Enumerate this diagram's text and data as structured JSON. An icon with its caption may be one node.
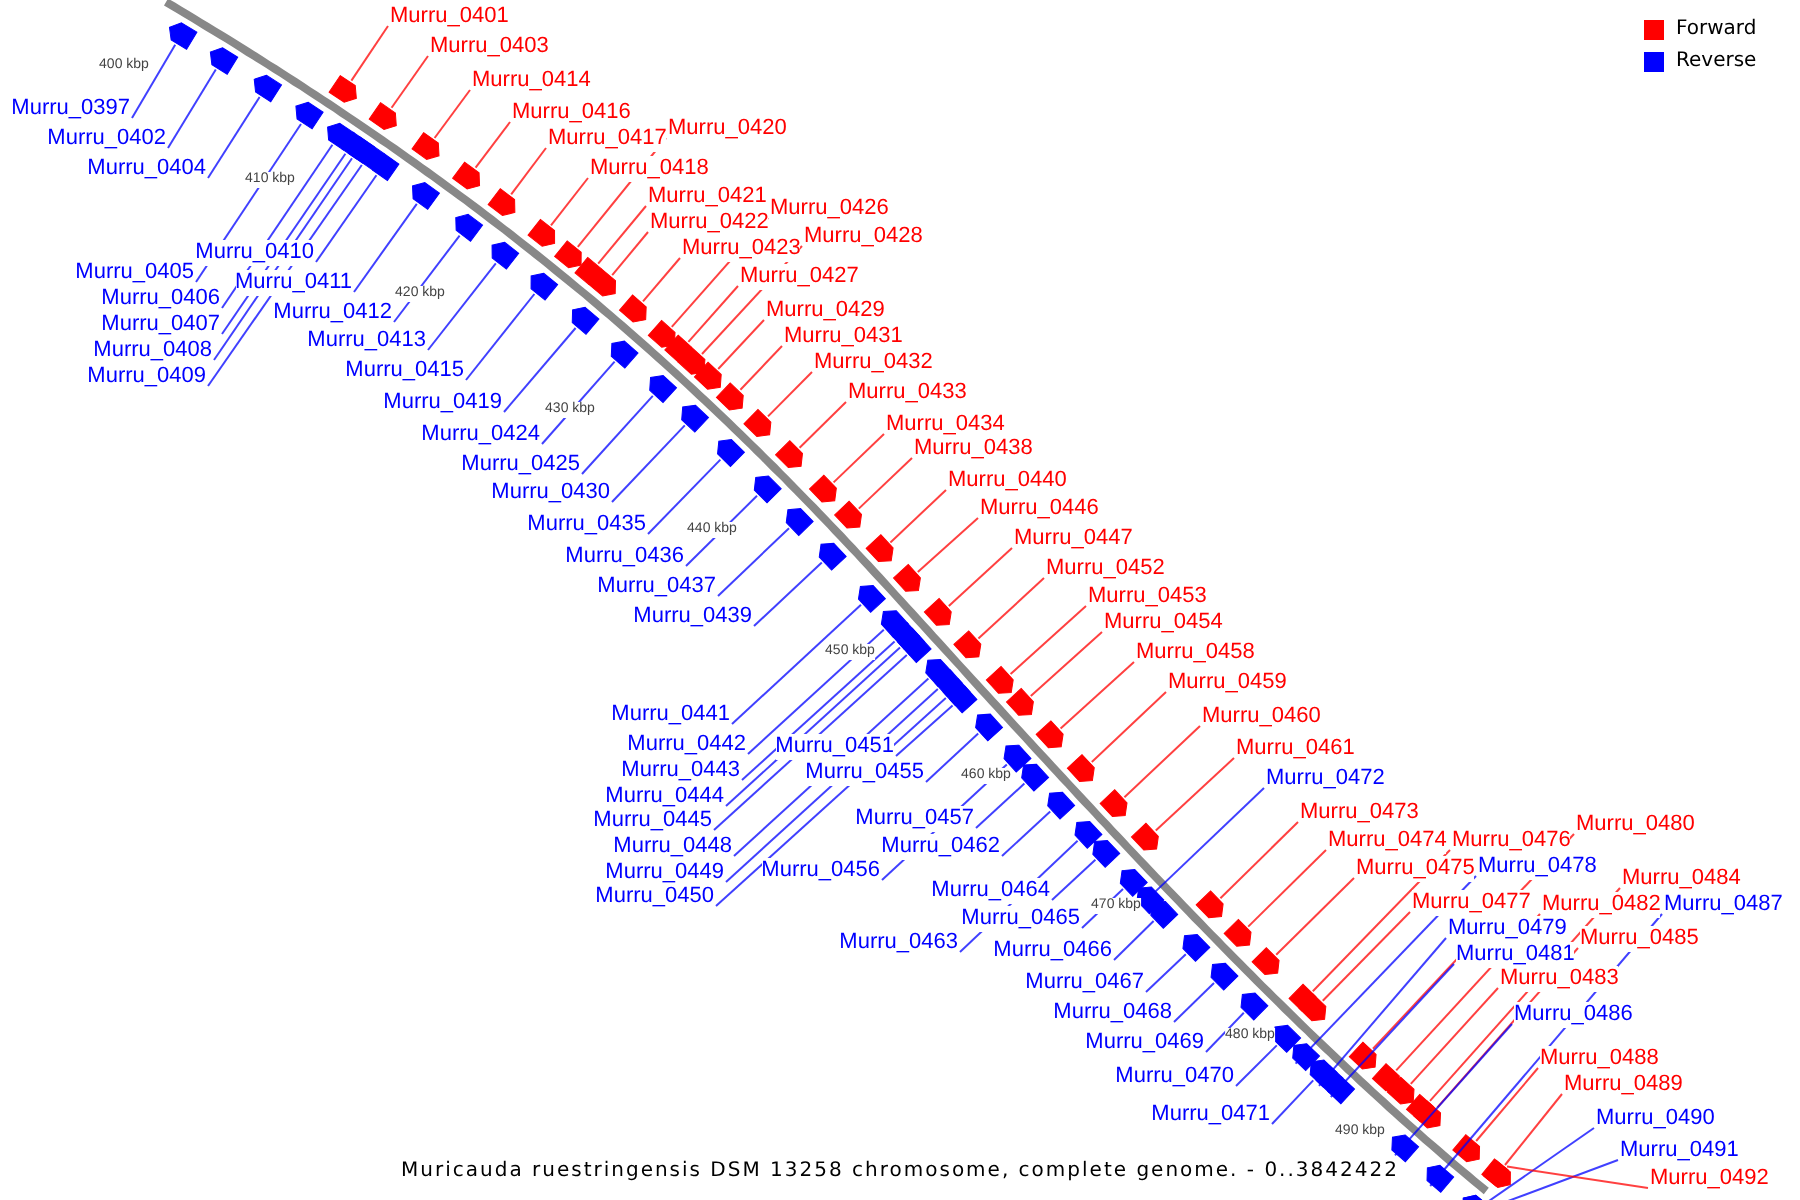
{
  "diagram": {
    "caption": "Muricauda ruestringensis DSM 13258 chromosome, complete genome. - 0..3842422",
    "nodes": [
      {
        "text": [
          "Murru_0397"
        ]
      },
      {
        "text": [
          "Murru_0401"
        ]
      },
      {
        "text": [
          "Murru_0402"
        ]
      },
      {
        "text": [
          "Murru_0403"
        ]
      },
      {
        "text": [
          "Murru_0404"
        ]
      },
      {
        "text": [
          "Murru_0405"
        ]
      },
      {
        "text": [
          "Murru_0406"
        ]
      },
      {
        "text": [
          "Murru_0407"
        ]
      },
      {
        "text": [
          "Murru_0408"
        ]
      },
      {
        "text": [
          "Murru_0409"
        ]
      },
      {
        "text": [
          "Murru_0410"
        ]
      },
      {
        "text": [
          "Murru_0411"
        ]
      },
      {
        "text": [
          "Murru_0412"
        ]
      },
      {
        "text": [
          "Murru_0413"
        ]
      },
      {
        "text": [
          "Murru_0414"
        ]
      },
      {
        "text": [
          "Murru_0415"
        ]
      },
      {
        "text": [
          "Murru_0416"
        ]
      },
      {
        "text": [
          "Murru_0417"
        ]
      },
      {
        "text": [
          "Murru_0418"
        ]
      },
      {
        "text": [
          "Murru_0419"
        ]
      },
      {
        "text": [
          "Murru_0420"
        ]
      },
      {
        "text": [
          "Murru_0421"
        ]
      },
      {
        "text": [
          "Murru_0422"
        ]
      },
      {
        "text": [
          "Murru_0423"
        ]
      },
      {
        "text": [
          "Murru_0424"
        ]
      },
      {
        "text": [
          "Murru_0425"
        ]
      },
      {
        "text": [
          "Murru_0426"
        ]
      },
      {
        "text": [
          "Murru_0427"
        ]
      },
      {
        "text": [
          "Murru_0428"
        ]
      },
      {
        "text": [
          "Murru_0429"
        ]
      },
      {
        "text": [
          "Murru_0430"
        ]
      },
      {
        "text": [
          "Murru_0431"
        ]
      },
      {
        "text": [
          "Murru_0432"
        ]
      },
      {
        "text": [
          "Murru_0433"
        ]
      },
      {
        "text": [
          "Murru_0434"
        ]
      },
      {
        "text": [
          "Murru_0435"
        ]
      },
      {
        "text": [
          "Murru_0436"
        ]
      },
      {
        "text": [
          "Murru_0437"
        ]
      },
      {
        "text": [
          "Murru_0438"
        ]
      },
      {
        "text": [
          "Murru_0439"
        ]
      },
      {
        "text": [
          "Murru_0440"
        ]
      },
      {
        "text": [
          "Murru_0441"
        ]
      },
      {
        "text": [
          "Murru_0442"
        ]
      },
      {
        "text": [
          "Murru_0443"
        ]
      },
      {
        "text": [
          "Murru_0444"
        ]
      },
      {
        "text": [
          "Murru_0445"
        ]
      },
      {
        "text": [
          "Murru_0446"
        ]
      },
      {
        "text": [
          "Murru_0447"
        ]
      },
      {
        "text": [
          "Murru_0448"
        ]
      },
      {
        "text": [
          "Murru_0449"
        ]
      },
      {
        "text": [
          "Murru_0450"
        ]
      },
      {
        "text": [
          "Murru_0451"
        ]
      },
      {
        "text": [
          "Murru_0452"
        ]
      },
      {
        "text": [
          "Murru_0453"
        ]
      },
      {
        "text": [
          "Murru_0454"
        ]
      },
      {
        "text": [
          "Murru_0455"
        ]
      },
      {
        "text": [
          "Murru_0456"
        ]
      },
      {
        "text": [
          "Murru_0457"
        ]
      },
      {
        "text": [
          "Murru_0458"
        ]
      },
      {
        "text": [
          "Murru_0459"
        ]
      },
      {
        "text": [
          "Murru_0460"
        ]
      },
      {
        "text": [
          "Murru_0461"
        ]
      },
      {
        "text": [
          "Murru_0462"
        ]
      },
      {
        "text": [
          "Murru_0463"
        ]
      },
      {
        "text": [
          "Murru_0464"
        ]
      },
      {
        "text": [
          "Murru_0465"
        ]
      },
      {
        "text": [
          "Murru_0466"
        ]
      },
      {
        "text": [
          "Murru_0467"
        ]
      },
      {
        "text": [
          "Murru_0468"
        ]
      },
      {
        "text": [
          "Murru_0469"
        ]
      },
      {
        "text": [
          "Murru_0470"
        ]
      },
      {
        "text": [
          "Murru_0471"
        ]
      },
      {
        "text": [
          "Murru_0472"
        ]
      },
      {
        "text": [
          "Murru_0473"
        ]
      },
      {
        "text": [
          "Murru_0474"
        ]
      },
      {
        "text": [
          "Murru_0475"
        ]
      },
      {
        "text": [
          "Murru_0476"
        ]
      },
      {
        "text": [
          "Murru_0477"
        ]
      },
      {
        "text": [
          "Murru_0478"
        ]
      },
      {
        "text": [
          "Murru_0479"
        ]
      },
      {
        "text": [
          "Murru_0480"
        ]
      },
      {
        "text": [
          "Murru_0481"
        ]
      },
      {
        "text": [
          "Murru_0482"
        ]
      },
      {
        "text": [
          "Murru_0483"
        ]
      },
      {
        "text": [
          "Murru_0484"
        ]
      },
      {
        "text": [
          "Murru_0485"
        ]
      },
      {
        "text": [
          "Murru_0486"
        ]
      },
      {
        "text": [
          "Murru_0487"
        ]
      },
      {
        "text": [
          "Murru_0488"
        ]
      },
      {
        "text": [
          "Murru_0489"
        ]
      },
      {
        "text": [
          "Murru_0490"
        ]
      },
      {
        "text": [
          "Murru_0491"
        ]
      },
      {
        "text": [
          "Murru_0492"
        ]
      },
      {
        "text": [],
        "shape": "pentagon"
      },
      {
        "text": [],
        "shape": "pentagon"
      },
      {
        "text": [],
        "shape": "pentagon"
      },
      {
        "text": [],
        "shape": "pentagon"
      },
      {
        "text": [],
        "shape": "pentagon"
      },
      {
        "text": [],
        "shape": "pentagon"
      },
      {
        "text": [],
        "shape": "pentagon"
      },
      {
        "text": [],
        "shape": "pentagon"
      },
      {
        "text": [],
        "shape": "pentagon"
      },
      {
        "text": [],
        "shape": "pentagon"
      },
      {
        "text": [],
        "shape": "pentagon"
      },
      {
        "text": [],
        "shape": "pentagon"
      },
      {
        "text": [],
        "shape": "pentagon"
      },
      {
        "text": [],
        "shape": "pentagon"
      },
      {
        "text": [],
        "shape": "pentagon"
      },
      {
        "text": [],
        "shape": "pentagon"
      },
      {
        "text": [],
        "shape": "pentagon"
      },
      {
        "text": [],
        "shape": "pentagon"
      },
      {
        "text": [],
        "shape": "pentagon"
      },
      {
        "text": [],
        "shape": "pentagon"
      },
      {
        "text": [],
        "shape": "pentagon"
      },
      {
        "text": [],
        "shape": "pentagon"
      },
      {
        "text": [],
        "shape": "pentagon"
      },
      {
        "text": [],
        "shape": "pentagon"
      },
      {
        "text": [],
        "shape": "pentagon"
      },
      {
        "text": [],
        "shape": "pentagon"
      },
      {
        "text": [],
        "shape": "pentagon"
      },
      {
        "text": [],
        "shape": "pentagon"
      },
      {
        "text": [],
        "shape": "pentagon"
      },
      {
        "text": [],
        "shape": "pentagon"
      },
      {
        "text": [],
        "shape": "pentagon"
      },
      {
        "text": [],
        "shape": "pentagon"
      },
      {
        "text": [],
        "shape": "pentagon"
      },
      {
        "text": [],
        "shape": "pentagon"
      },
      {
        "text": [],
        "shape": "pentagon"
      },
      {
        "text": [],
        "shape": "pentagon"
      },
      {
        "text": [],
        "shape": "pentagon"
      },
      {
        "text": [],
        "shape": "pentagon"
      },
      {
        "text": [],
        "shape": "pentagon"
      },
      {
        "text": [],
        "shape": "pentagon"
      },
      {
        "text": [],
        "shape": "pentagon"
      },
      {
        "text": [],
        "shape": "pentagon"
      },
      {
        "text": [],
        "shape": "pentagon"
      },
      {
        "text": [],
        "shape": "pentagon"
      },
      {
        "text": [],
        "shape": "pentagon"
      },
      {
        "text": [],
        "shape": "pentagon"
      },
      {
        "text": [],
        "shape": "pentagon"
      },
      {
        "text": [],
        "shape": "pentagon"
      },
      {
        "text": [],
        "shape": "pentagon"
      },
      {
        "text": [],
        "shape": "pentagon"
      },
      {
        "text": [],
        "shape": "pentagon"
      },
      {
        "text": [],
        "shape": "pentagon"
      },
      {
        "text": [],
        "shape": "pentagon"
      },
      {
        "text": [],
        "shape": "pentagon"
      },
      {
        "text": [],
        "shape": "pentagon"
      },
      {
        "text": [],
        "shape": "pentagon"
      },
      {
        "text": [],
        "shape": "pentagon"
      },
      {
        "text": [],
        "shape": "pentagon"
      },
      {
        "text": [],
        "shape": "pentagon"
      },
      {
        "text": [],
        "shape": "pentagon"
      },
      {
        "text": [],
        "shape": "pentagon"
      },
      {
        "text": [],
        "shape": "pentagon"
      },
      {
        "text": [],
        "shape": "pentagon"
      },
      {
        "text": [],
        "shape": "pentagon"
      },
      {
        "text": [],
        "shape": "pentagon"
      },
      {
        "text": [],
        "shape": "pentagon"
      },
      {
        "text": [],
        "shape": "pentagon"
      },
      {
        "text": [],
        "shape": "pentagon"
      },
      {
        "text": [],
        "shape": "pentagon"
      },
      {
        "text": [],
        "shape": "pentagon"
      },
      {
        "text": [],
        "shape": "pentagon"
      },
      {
        "text": [],
        "shape": "pentagon"
      },
      {
        "text": [],
        "shape": "pentagon"
      },
      {
        "text": [],
        "shape": "pentagon"
      },
      {
        "text": [],
        "shape": "pentagon"
      },
      {
        "text": [],
        "shape": "pentagon"
      },
      {
        "text": [],
        "shape": "pentagon"
      },
      {
        "text": [],
        "shape": "pentagon"
      },
      {
        "text": [],
        "shape": "pentagon"
      },
      {
        "text": [],
        "shape": "pentagon"
      },
      {
        "text": [],
        "shape": "pentagon"
      },
      {
        "text": [],
        "shape": "pentagon"
      },
      {
        "text": [],
        "shape": "pentagon"
      },
      {
        "text": [],
        "shape": "pentagon"
      },
      {
        "text": [],
        "shape": "pentagon"
      },
      {
        "text": [],
        "shape": "pentagon"
      },
      {
        "text": [],
        "shape": "pentagon"
      },
      {
        "text": [],
        "shape": "pentagon"
      },
      {
        "text": [],
        "shape": "pentagon"
      },
      {
        "text": [],
        "shape": "pentagon"
      },
      {
        "text": [],
        "shape": "pentagon"
      },
      {
        "text": [],
        "shape": "pentagon"
      },
      {
        "text": [],
        "shape": "pentagon"
      }
    ],
    "edges": [
      {
        "from": 0,
        "to": 93,
        "arrow": "none"
      },
      {
        "from": 1,
        "to": 94,
        "arrow": "none",
        "color": "#ff0000"
      },
      {
        "from": 2,
        "to": 95,
        "arrow": "none"
      },
      {
        "from": 3,
        "to": 96,
        "arrow": "none",
        "color": "#ff0000"
      },
      {
        "from": 4,
        "to": 97,
        "arrow": "none"
      },
      {
        "from": 5,
        "to": 98,
        "arrow": "none"
      },
      {
        "from": 6,
        "to": 99,
        "arrow": "none"
      },
      {
        "from": 7,
        "to": 100,
        "arrow": "none"
      },
      {
        "from": 8,
        "to": 101,
        "arrow": "none"
      },
      {
        "from": 9,
        "to": 102,
        "arrow": "none"
      },
      {
        "from": 10,
        "to": 103,
        "arrow": "none"
      },
      {
        "from": 11,
        "to": 104,
        "arrow": "none"
      },
      {
        "from": 12,
        "to": 105,
        "arrow": "none"
      },
      {
        "from": 13,
        "to": 106,
        "arrow": "none"
      },
      {
        "from": 14,
        "to": 107,
        "arrow": "none",
        "color": "#ff0000"
      },
      {
        "from": 15,
        "to": 108,
        "arrow": "none"
      },
      {
        "from": 16,
        "to": 109,
        "arrow": "none",
        "color": "#ff0000"
      },
      {
        "from": 17,
        "to": 110,
        "arrow": "none",
        "color": "#ff0000"
      },
      {
        "from": 18,
        "to": 111,
        "arrow": "none",
        "color": "#ff0000"
      },
      {
        "from": 19,
        "to": 112,
        "arrow": "none"
      },
      {
        "from": 20,
        "to": 113,
        "arrow": "none",
        "color": "#ff0000"
      },
      {
        "from": 21,
        "to": 114,
        "arrow": "none",
        "color": "#ff0000"
      },
      {
        "from": 22,
        "to": 115,
        "arrow": "none",
        "color": "#ff0000"
      },
      {
        "from": 23,
        "to": 116,
        "arrow": "none",
        "color": "#ff0000"
      },
      {
        "from": 24,
        "to": 117,
        "arrow": "none"
      },
      {
        "from": 25,
        "to": 118,
        "arrow": "none"
      },
      {
        "from": 26,
        "to": 119,
        "arrow": "none",
        "color": "#ff0000"
      },
      {
        "from": 27,
        "to": 120,
        "arrow": "none",
        "color": "#ff0000"
      },
      {
        "from": 28,
        "to": 121,
        "arrow": "none",
        "color": "#ff0000"
      },
      {
        "from": 29,
        "to": 122,
        "arrow": "none",
        "color": "#ff0000"
      },
      {
        "from": 30,
        "to": 123,
        "arrow": "none"
      },
      {
        "from": 31,
        "to": 124,
        "arrow": "none",
        "color": "#ff0000"
      },
      {
        "from": 32,
        "to": 125,
        "arrow": "none",
        "color": "#ff0000"
      },
      {
        "from": 33,
        "to": 126,
        "arrow": "none",
        "color": "#ff0000"
      },
      {
        "from": 34,
        "to": 127,
        "arrow": "none",
        "color": "#ff0000"
      },
      {
        "from": 35,
        "to": 128,
        "arrow": "none"
      },
      {
        "from": 36,
        "to": 129,
        "arrow": "none"
      },
      {
        "from": 37,
        "to": 130,
        "arrow": "none"
      },
      {
        "from": 38,
        "to": 131,
        "arrow": "none",
        "color": "#ff0000"
      },
      {
        "from": 39,
        "to": 132,
        "arrow": "none"
      },
      {
        "from": 40,
        "to": 133,
        "arrow": "none",
        "color": "#ff0000"
      },
      {
        "from": 41,
        "to": 134,
        "arrow": "none"
      },
      {
        "from": 42,
        "to": 135,
        "arrow": "none"
      },
      {
        "from": 43,
        "to": 136,
        "arrow": "none"
      },
      {
        "from": 44,
        "to": 137,
        "arrow": "none"
      },
      {
        "from": 45,
        "to": 138,
        "arrow": "none"
      },
      {
        "from": 46,
        "to": 139,
        "arrow": "none",
        "color": "#ff0000"
      },
      {
        "from": 47,
        "to": 140,
        "arrow": "none",
        "color": "#ff0000"
      },
      {
        "from": 48,
        "to": 141,
        "arrow": "none"
      },
      {
        "from": 49,
        "to": 142,
        "arrow": "none"
      },
      {
        "from": 50,
        "to": 143,
        "arrow": "none"
      },
      {
        "from": 51,
        "to": 144,
        "arrow": "none"
      },
      {
        "from": 52,
        "to": 145,
        "arrow": "none",
        "color": "#ff0000"
      },
      {
        "from": 53,
        "to": 146,
        "arrow": "none",
        "color": "#ff0000"
      },
      {
        "from": 54,
        "to": 147,
        "arrow": "none",
        "color": "#ff0000"
      },
      {
        "from": 55,
        "to": 148,
        "arrow": "none"
      },
      {
        "from": 56,
        "to": 149,
        "arrow": "none"
      },
      {
        "from": 57,
        "to": 150,
        "arrow": "none"
      },
      {
        "from": 58,
        "to": 151,
        "arrow": "none",
        "color": "#ff0000"
      },
      {
        "from": 59,
        "to": 152,
        "arrow": "none",
        "color": "#ff0000"
      },
      {
        "from": 60,
        "to": 153,
        "arrow": "none",
        "color": "#ff0000"
      },
      {
        "from": 61,
        "to": 154,
        "arrow": "none",
        "color": "#ff0000"
      },
      {
        "from": 62,
        "to": 155,
        "arrow": "none"
      },
      {
        "from": 63,
        "to": 156,
        "arrow": "none"
      },
      {
        "from": 64,
        "to": 157,
        "arrow": "none"
      },
      {
        "from": 65,
        "to": 158,
        "arrow": "none"
      },
      {
        "from": 66,
        "to": 159,
        "arrow": "none"
      },
      {
        "from": 67,
        "to": 160,
        "arrow": "none"
      },
      {
        "from": 68,
        "to": 161,
        "arrow": "none"
      },
      {
        "from": 69,
        "to": 162,
        "arrow": "none"
      },
      {
        "from": 70,
        "to": 163,
        "arrow": "none"
      },
      {
        "from": 71,
        "to": 164,
        "arrow": "none"
      },
      {
        "from": 72,
        "to": 165,
        "arrow": "none"
      },
      {
        "from": 73,
        "to": 166,
        "arrow": "none",
        "color": "#ff0000"
      },
      {
        "from": 74,
        "to": 167,
        "arrow": "none",
        "color": "#ff0000"
      },
      {
        "from": 75,
        "to": 168,
        "arrow": "none",
        "color": "#ff0000"
      },
      {
        "from": 76,
        "to": 169,
        "arrow": "none",
        "color": "#ff0000"
      },
      {
        "from": 77,
        "to": 170,
        "arrow": "none",
        "color": "#ff0000"
      },
      {
        "from": 78,
        "to": 171,
        "arrow": "none"
      },
      {
        "from": 79,
        "to": 172,
        "arrow": "none"
      },
      {
        "from": 80,
        "to": 173,
        "arrow": "none",
        "color": "#ff0000"
      },
      {
        "from": 81,
        "to": 174,
        "arrow": "none"
      },
      {
        "from": 82,
        "to": 175,
        "arrow": "none",
        "color": "#ff0000"
      },
      {
        "from": 83,
        "to": 176,
        "arrow": "none",
        "color": "#ff0000"
      },
      {
        "from": 84,
        "to": 177,
        "arrow": "none",
        "color": "#ff0000"
      },
      {
        "from": 85,
        "to": 178,
        "arrow": "none",
        "color": "#ff0000"
      },
      {
        "from": 86,
        "to": 179,
        "arrow": "none"
      },
      {
        "from": 87,
        "to": 180,
        "arrow": "none"
      },
      {
        "from": 88,
        "to": 181,
        "arrow": "none",
        "color": "#ff0000"
      },
      {
        "from": 89,
        "to": 182,
        "arrow": "none",
        "color": "#ff0000"
      },
      {
        "from": 90,
        "to": 183,
        "arrow": "none"
      },
      {
        "from": 91,
        "to": 184,
        "arrow": "none"
      },
      {
        "from": 92,
        "to": 185,
        "arrow": "none",
        "color": "#ff0000"
      }
    ],
    "labels": [
      "400 kbp",
      "410 kbp",
      "420 kbp",
      "430 kbp",
      "440 kbp",
      "450 kbp",
      "460 kbp",
      "470 kbp",
      "480 kbp",
      "490 kbp"
    ],
    "legend": [
      {
        "text": "Forward",
        "color": "#ff0000"
      },
      {
        "text": "Reverse",
        "color": "#0000ff"
      }
    ]
  }
}
